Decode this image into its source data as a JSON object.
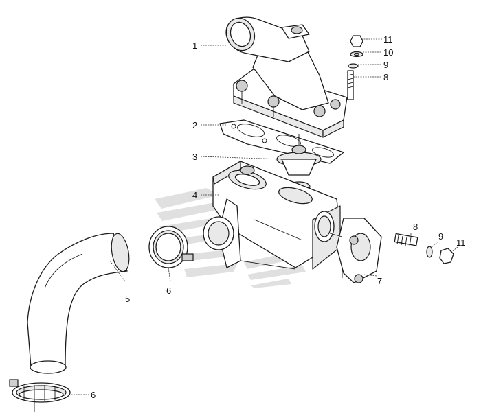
{
  "diagram": {
    "callouts": [
      {
        "id": "c1",
        "label": "1"
      },
      {
        "id": "c2",
        "label": "2"
      },
      {
        "id": "c3",
        "label": "3"
      },
      {
        "id": "c4",
        "label": "4"
      },
      {
        "id": "c5",
        "label": "5"
      },
      {
        "id": "c6a",
        "label": "6"
      },
      {
        "id": "c6b",
        "label": "6"
      },
      {
        "id": "c7",
        "label": "7"
      },
      {
        "id": "c8a",
        "label": "8"
      },
      {
        "id": "c8b",
        "label": "8"
      },
      {
        "id": "c9a",
        "label": "9"
      },
      {
        "id": "c9b",
        "label": "9"
      },
      {
        "id": "c10",
        "label": "10"
      },
      {
        "id": "c11a",
        "label": "11"
      },
      {
        "id": "c11b",
        "label": "11"
      }
    ]
  },
  "colors": {
    "line": "#1a1a1a",
    "watermark": "#d6d6d6"
  }
}
